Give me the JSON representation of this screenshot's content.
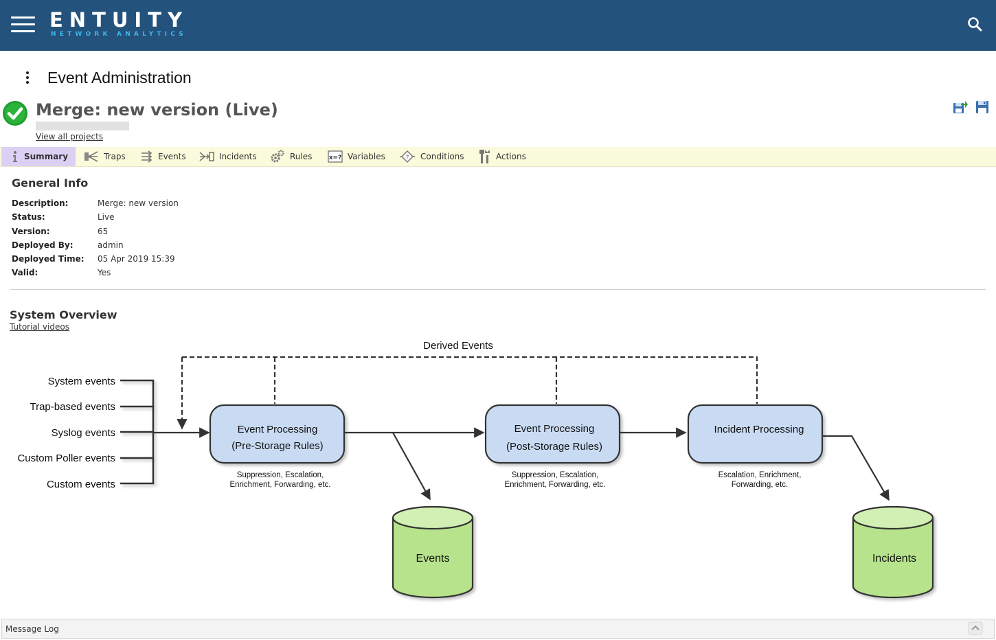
{
  "header": {
    "brand": "ENTUITY",
    "brand_sub": "NETWORK ANALYTICS",
    "bg_color": "#23527c",
    "accent_color": "#3fb6ea",
    "icons": [
      "hamburger-menu-icon",
      "search-icon"
    ]
  },
  "page": {
    "title": "Event Administration"
  },
  "project": {
    "title": "Merge: new version (Live)",
    "view_all_link": "View all projects",
    "status_icon": "green-check-icon",
    "toolbar_icons": [
      "export-icon",
      "save-icon"
    ]
  },
  "tabs": [
    {
      "label": "Summary",
      "icon": "info-icon",
      "active": true
    },
    {
      "label": "Traps",
      "icon": "traps-icon",
      "active": false
    },
    {
      "label": "Events",
      "icon": "events-icon",
      "active": false
    },
    {
      "label": "Incidents",
      "icon": "incidents-icon",
      "active": false
    },
    {
      "label": "Rules",
      "icon": "gears-icon",
      "active": false
    },
    {
      "label": "Variables",
      "icon": "variables-icon",
      "active": false
    },
    {
      "label": "Conditions",
      "icon": "conditions-icon",
      "active": false
    },
    {
      "label": "Actions",
      "icon": "tools-icon",
      "active": false
    }
  ],
  "general_info": {
    "title": "General Info",
    "rows": [
      {
        "label": "Description:",
        "value": "Merge: new version"
      },
      {
        "label": "Status:",
        "value": "Live"
      },
      {
        "label": "Version:",
        "value": "65"
      },
      {
        "label": "Deployed By:",
        "value": "admin"
      },
      {
        "label": "Deployed Time:",
        "value": "05 Apr 2019 15:39"
      },
      {
        "label": "Valid:",
        "value": "Yes"
      }
    ]
  },
  "overview": {
    "title": "System Overview",
    "tutorial_link": "Tutorial videos",
    "derived_label": "Derived Events",
    "sources": [
      "System events",
      "Trap-based events",
      "Syslog events",
      "Custom Poller events",
      "Custom events"
    ],
    "boxes": [
      {
        "line1": "Event Processing",
        "line2": "(Pre-Storage Rules)",
        "desc1": "Suppression, Escalation,",
        "desc2": "Enrichment, Forwarding, etc."
      },
      {
        "line1": "Event Processing",
        "line2": "(Post-Storage Rules)",
        "desc1": "Suppression, Escalation,",
        "desc2": "Enrichment, Forwarding, etc."
      },
      {
        "line1": "Incident Processing",
        "line2": "",
        "desc1": "Escalation, Enrichment,",
        "desc2": "Forwarding, etc."
      }
    ],
    "stores": [
      "Events",
      "Incidents"
    ],
    "box_color": "#c9dbf3",
    "store_color": "#b6e38b"
  },
  "message_log": {
    "label": "Message Log"
  }
}
